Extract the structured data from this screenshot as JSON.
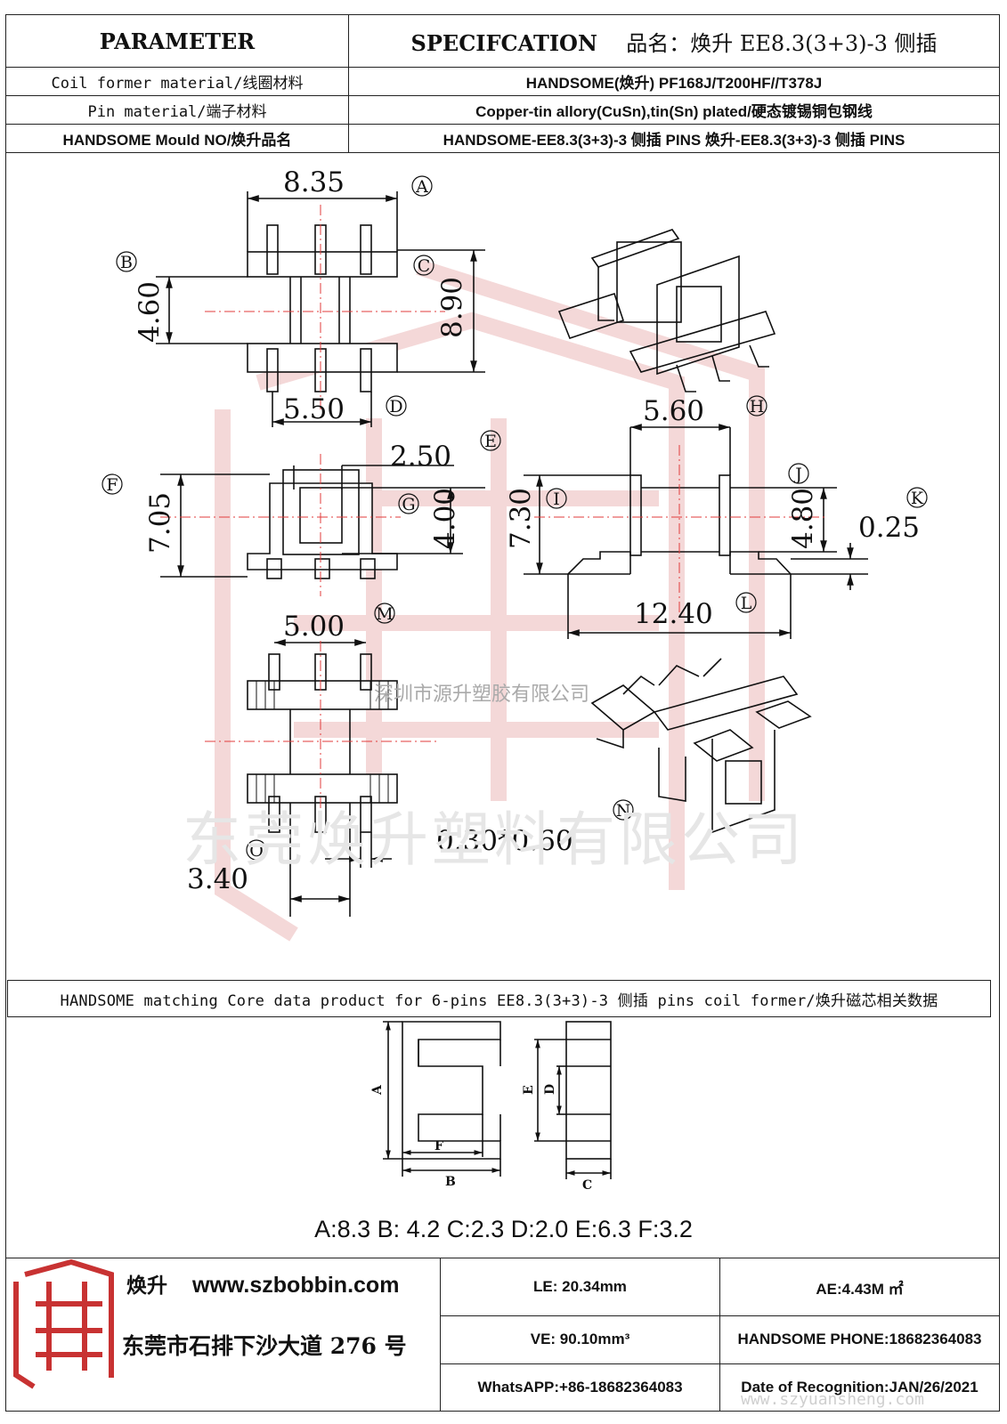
{
  "header": {
    "parameter": "PARAMETER",
    "specification": "SPECIFCATION",
    "product_name": "品名：焕升 EE8.3(3+3)-3 侧插"
  },
  "rows": [
    {
      "label": "Coil former material/线圈材料",
      "value": "HANDSOME(焕升)  PF168J/T200HF//T378J"
    },
    {
      "label": "Pin material/端子材料",
      "value": "Copper-tin allory(CuSn),tin(Sn) plated/硬态镀锡铜包钢线"
    },
    {
      "label": "HANDSOME Mould NO/焕升品名",
      "value": "HANDSOME-EE8.3(3+3)-3 侧插 PINS   焕升-EE8.3(3+3)-3 侧插 PINS"
    }
  ],
  "dimensions": {
    "A": "8.35",
    "B": "4.60",
    "C": "8.90",
    "D": "5.50",
    "E": "2.50",
    "F": "7.05",
    "G": "4.00",
    "H": "5.60",
    "I": "7.30",
    "J": "4.80",
    "K": "0.25",
    "L": "12.40",
    "M": "5.00",
    "N": "0.30*0.60",
    "O": "3.40"
  },
  "watermarks": {
    "small": "深圳市源升塑胶有限公司",
    "large": "东莞焕升塑料有限公司",
    "url": "www.szyuansheng.com"
  },
  "core": {
    "title": "HANDSOME matching Core data  product for 6-pins EE8.3(3+3)-3 侧插 pins coil former/焕升磁芯相关数据",
    "dims_text": "A:8.3 B: 4.2 C:2.3 D:2.0 E:6.3 F:3.2",
    "labels": {
      "A": "A",
      "B": "B",
      "C": "C",
      "D": "D",
      "E": "E",
      "F": "F"
    }
  },
  "footer": {
    "brand": "焕升",
    "url": "www.szbobbin.com",
    "address": "东莞市石排下沙大道 276 号",
    "le": "LE: 20.34mm",
    "ae": "AE:4.43M ㎡",
    "ve": "VE: 90.10mm³",
    "phone": "HANDSOME PHONE:18682364083",
    "whatsapp": "WhatsAPP:+86-18682364083",
    "date": "Date of Recognition:JAN/26/2021"
  },
  "colors": {
    "watermark_red": "#e8a7a7",
    "center_line": "#e23b3b",
    "logo_red": "#c83232"
  }
}
